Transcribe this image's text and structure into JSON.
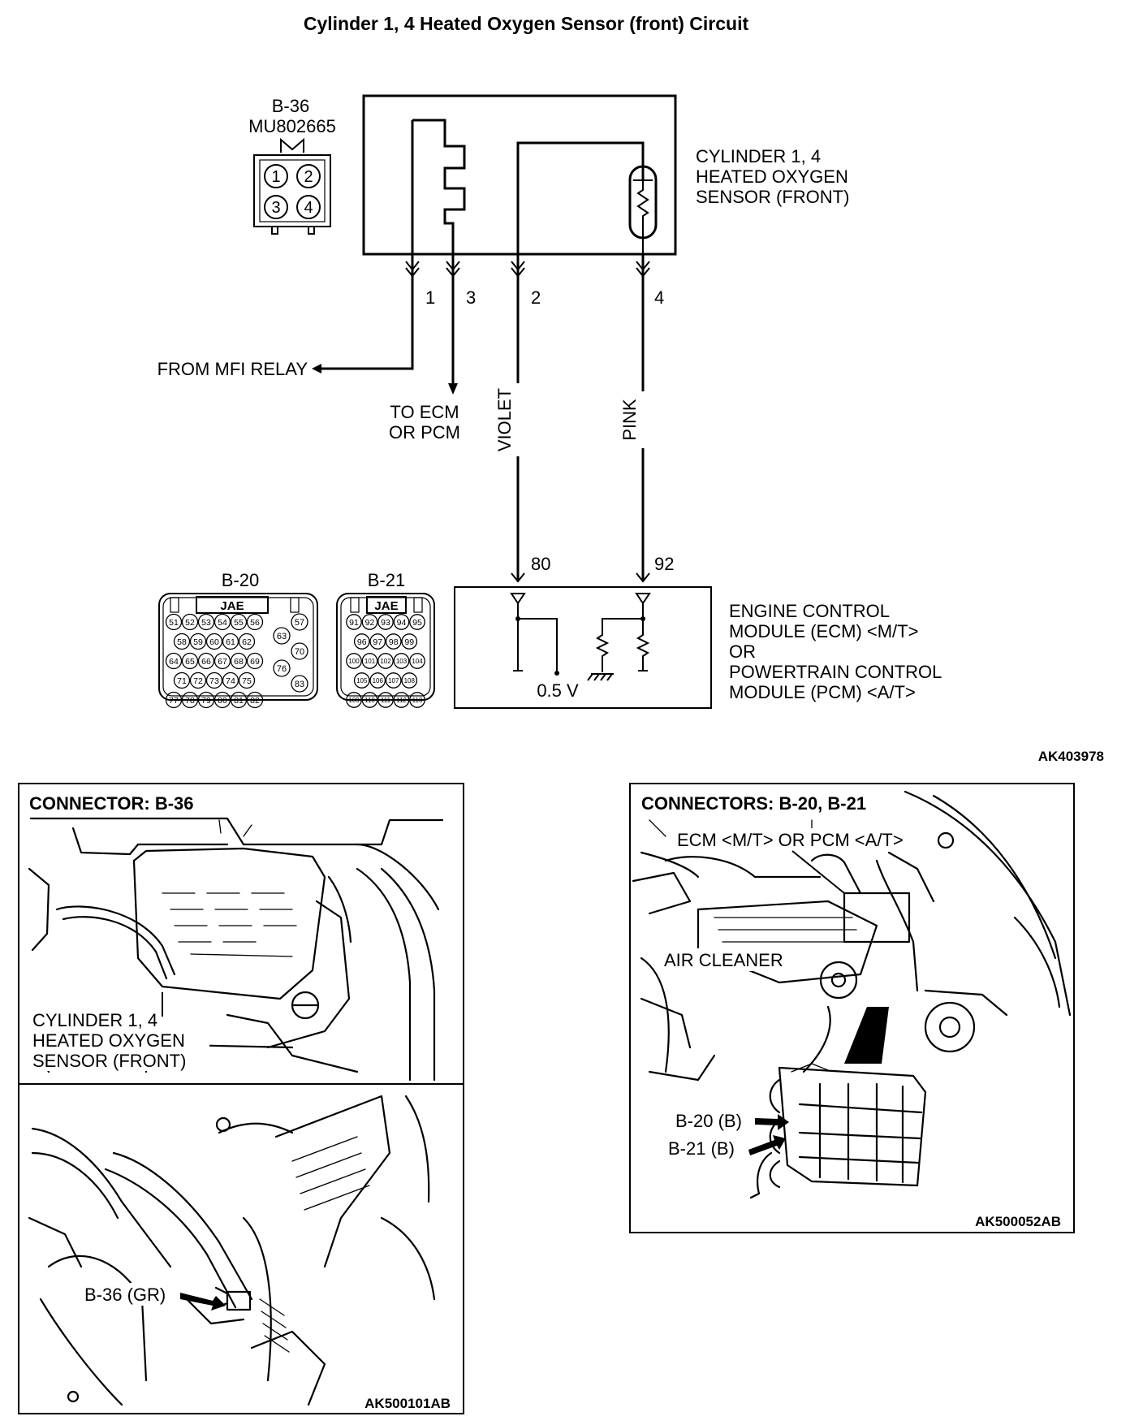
{
  "title": "Cylinder 1, 4 Heated Oxygen Sensor (front) Circuit",
  "sensor": {
    "connector_id": "B-36",
    "part_number": "MU802665",
    "pins": [
      "1",
      "2",
      "3",
      "4"
    ],
    "label_lines": [
      "CYLINDER 1, 4",
      "HEATED OXYGEN",
      "SENSOR (FRONT)"
    ]
  },
  "wires": {
    "terminals": [
      "1",
      "3",
      "2",
      "4"
    ],
    "from_mfi_relay": "FROM MFI RELAY",
    "to_ecm_lines": [
      "TO ECM",
      "OR PCM"
    ],
    "violet": "VIOLET",
    "pink": "PINK"
  },
  "ecm": {
    "pin_violet": "80",
    "pin_pink": "92",
    "voltage": "0.5 V",
    "label_lines": [
      "ENGINE CONTROL",
      "MODULE (ECM) <M/T>",
      "OR",
      "POWERTRAIN CONTROL",
      "MODULE (PCM) <A/T>"
    ]
  },
  "connector_b20": {
    "id": "B-20",
    "maker": "JAE",
    "rows": [
      [
        "51",
        "52",
        "53",
        "54",
        "55",
        "56"
      ],
      [
        "58",
        "59",
        "60",
        "61",
        "62"
      ],
      [
        "64",
        "65",
        "66",
        "67",
        "68",
        "69"
      ],
      [
        "71",
        "72",
        "73",
        "74",
        "75"
      ],
      [
        "77",
        "78",
        "79",
        "80",
        "81",
        "82"
      ]
    ],
    "side_pins": [
      "57",
      "63",
      "70",
      "76",
      "83"
    ]
  },
  "connector_b21": {
    "id": "B-21",
    "maker": "JAE",
    "rows": [
      [
        "91",
        "92",
        "93",
        "94",
        "95"
      ],
      [
        "96",
        "97",
        "98",
        "99"
      ],
      [
        "100",
        "101",
        "102",
        "103",
        "104"
      ],
      [
        "105",
        "106",
        "107",
        "108"
      ],
      [
        "109",
        "110",
        "111",
        "112",
        "113"
      ]
    ]
  },
  "diagram_code": "AK403978",
  "panel_left": {
    "heading": "CONNECTOR: B-36",
    "sensor_label_lines": [
      "CYLINDER 1, 4",
      "HEATED OXYGEN",
      "SENSOR (FRONT)"
    ],
    "connector_callout": "B-36 (GR)",
    "code": "AK500101AB"
  },
  "panel_right": {
    "heading": "CONNECTORS: B-20, B-21",
    "ecm_callout": "ECM <M/T> OR PCM <A/T>",
    "air_cleaner": "AIR CLEANER",
    "callout_b20": "B-20 (B)",
    "callout_b21": "B-21 (B)",
    "code": "AK500052AB"
  }
}
